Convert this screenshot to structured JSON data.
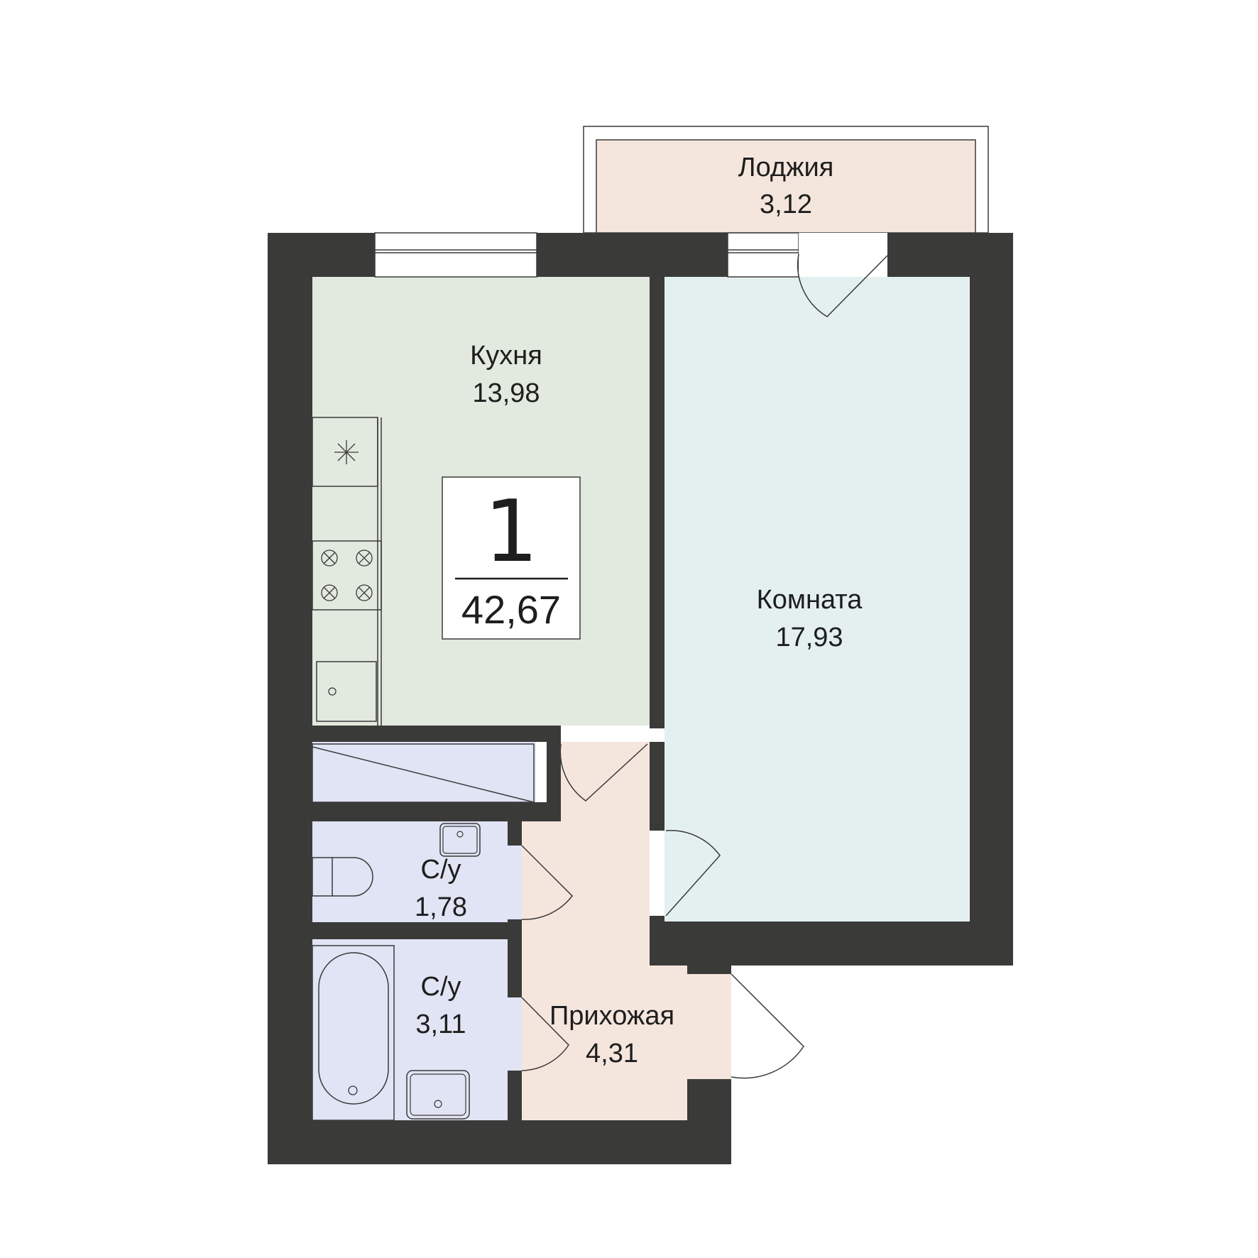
{
  "colors": {
    "wall": "#3a3a39",
    "kitchen": "#e2e9de",
    "room": "#e4f0ef",
    "hallway": "#f5e6dd",
    "bathroom": "#e1e4f4",
    "loggia": "#f5e6dd",
    "line": "#3a3a3a"
  },
  "rooms": {
    "loggia": {
      "name": "Лоджия",
      "area": "3,12"
    },
    "kitchen": {
      "name": "Кухня",
      "area": "13,98"
    },
    "room": {
      "name": "Комната",
      "area": "17,93"
    },
    "bath1": {
      "name": "С/у",
      "area": "1,78"
    },
    "bath2": {
      "name": "С/у",
      "area": "3,11"
    },
    "hallway": {
      "name": "Прихожая",
      "area": "4,31"
    }
  },
  "badge": {
    "rooms_count": "1",
    "total_area": "42,67"
  },
  "icons": [
    "fridge-icon",
    "stove-icon",
    "sink-icon",
    "toilet-icon",
    "bathtub-icon",
    "door-icon",
    "window-icon",
    "wardrobe-icon"
  ]
}
